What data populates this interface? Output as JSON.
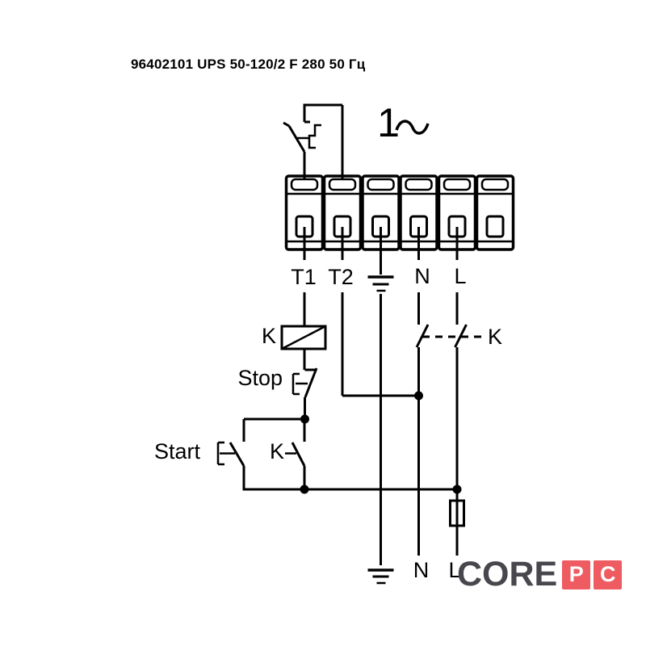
{
  "title": "96402101 UPS 50-120/2 F 280 50 Гц",
  "diagram": {
    "phase_label": "1",
    "terminals": {
      "t1": "T1",
      "t2": "T2",
      "neutral": "N",
      "line": "L"
    },
    "relay": {
      "coil": "K",
      "aux_contact": "K",
      "power_contacts": "K"
    },
    "buttons": {
      "stop": "Stop",
      "start": "Start"
    },
    "supply": {
      "neutral": "N",
      "line": "L"
    }
  },
  "watermark": {
    "core": "CORE",
    "p": "P",
    "c": "C"
  },
  "colors": {
    "line": "#000000",
    "watermark_gray": "#47474d",
    "watermark_red": "#ee5b60",
    "watermark_text": "#ffffff"
  }
}
